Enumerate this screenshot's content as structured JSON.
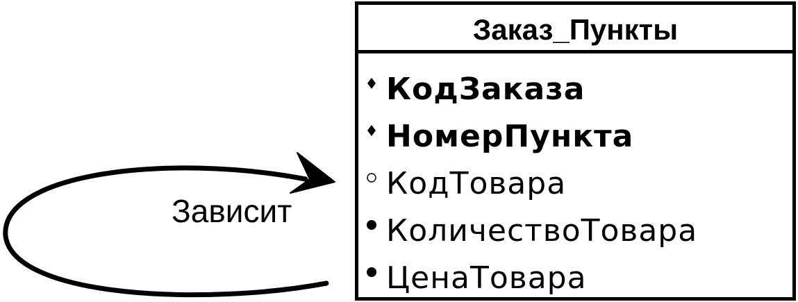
{
  "entity": {
    "title": "Заказ_Пункты",
    "attributes": [
      {
        "name": "КодЗаказа",
        "marker": "diamond-filled",
        "primary_key": true
      },
      {
        "name": "НомерПункта",
        "marker": "diamond-filled",
        "primary_key": true
      },
      {
        "name": "КодТовара",
        "marker": "circle-hollow",
        "primary_key": false
      },
      {
        "name": "КоличествоТовара",
        "marker": "circle-filled",
        "primary_key": false
      },
      {
        "name": "ЦенаТовара",
        "marker": "circle-filled",
        "primary_key": false
      }
    ]
  },
  "relationship": {
    "label": "Зависит",
    "type": "recursive"
  },
  "colors": {
    "stroke": "#000000",
    "background": "#ffffff"
  }
}
